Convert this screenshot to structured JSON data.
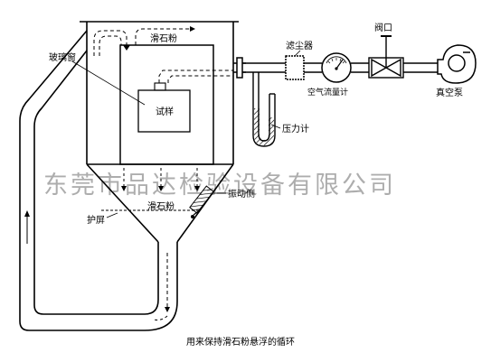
{
  "labels": {
    "glass_window": "玻璃窗",
    "sample": "试样",
    "dust_filter": "滤尘器",
    "valve": "阀口",
    "air_flow_meter": "空气流量计",
    "vacuum_pump": "真空泵",
    "pressure_gauge": "压力计",
    "talc_powder_top": "滑石粉",
    "talc_powder": "滑石粉",
    "vibrator": "振动侧",
    "guard_screen": "护屏",
    "circulation_note": "用来保持滑石粉悬浮的循环"
  },
  "watermark": "东莞市品达检验设备有限公司"
}
